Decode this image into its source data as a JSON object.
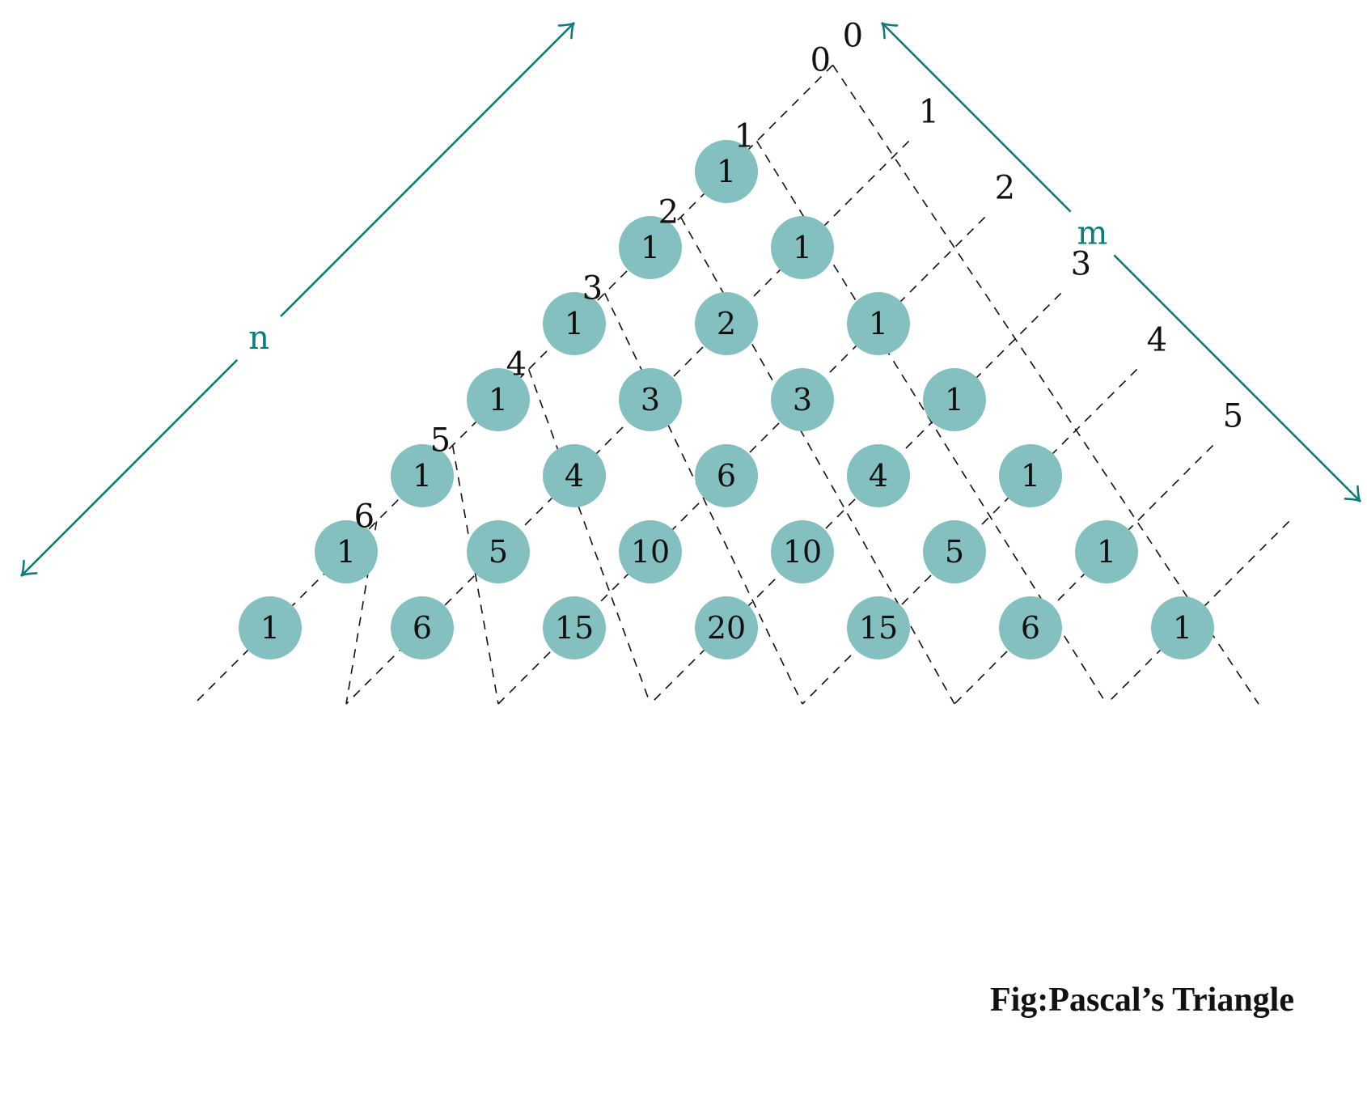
{
  "rows": [
    [
      1
    ],
    [
      1,
      1
    ],
    [
      1,
      2,
      1
    ],
    [
      1,
      3,
      3,
      1
    ],
    [
      1,
      4,
      6,
      4,
      1
    ],
    [
      1,
      5,
      10,
      10,
      5,
      1
    ],
    [
      1,
      6,
      15,
      20,
      15,
      6,
      1
    ]
  ],
  "n_indices": [
    "0",
    "1",
    "2",
    "3",
    "4",
    "5",
    "6"
  ],
  "m_indices": [
    "0",
    "1",
    "2",
    "3",
    "4",
    "5"
  ],
  "axis_n": {
    "label": "n"
  },
  "axis_m": {
    "label": "m"
  },
  "caption": "Fig:Pascal’s Triangle",
  "colors": {
    "node_fill": "#83c0bf",
    "axis": "#0f7b7b",
    "dash": "#111111",
    "text": "#111111"
  }
}
